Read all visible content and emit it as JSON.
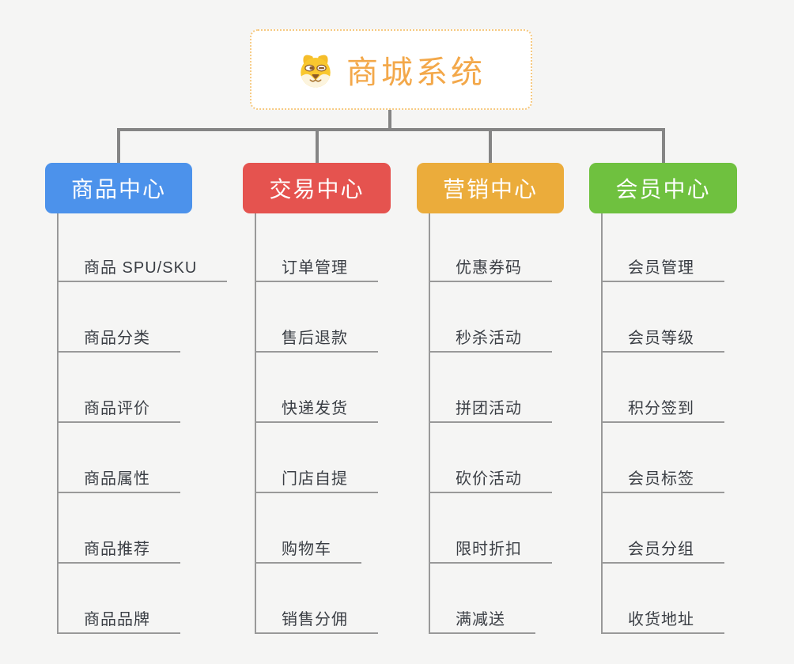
{
  "background": "#f5f5f4",
  "connector_color": "#858585",
  "leaf_line_color": "#999999",
  "leaf_text_color": "#3a3e44",
  "root": {
    "title": "商城系统",
    "icon": "dog-face-icon",
    "text_color": "#f3a84a",
    "border_color": "#f6c981",
    "background": "#ffffff"
  },
  "branches": [
    {
      "label": "商品中心",
      "color": "#4c92eb",
      "items": [
        "商品 SPU/SKU",
        "商品分类",
        "商品评价",
        "商品属性",
        "商品推荐",
        "商品品牌"
      ]
    },
    {
      "label": "交易中心",
      "color": "#e5534f",
      "items": [
        "订单管理",
        "售后退款",
        "快递发货",
        "门店自提",
        "购物车",
        "销售分佣"
      ]
    },
    {
      "label": "营销中心",
      "color": "#ebac3b",
      "items": [
        "优惠券码",
        "秒杀活动",
        "拼团活动",
        "砍价活动",
        "限时折扣",
        "满减送"
      ]
    },
    {
      "label": "会员中心",
      "color": "#6fc13f",
      "items": [
        "会员管理",
        "会员等级",
        "积分签到",
        "会员标签",
        "会员分组",
        "收货地址"
      ]
    }
  ]
}
